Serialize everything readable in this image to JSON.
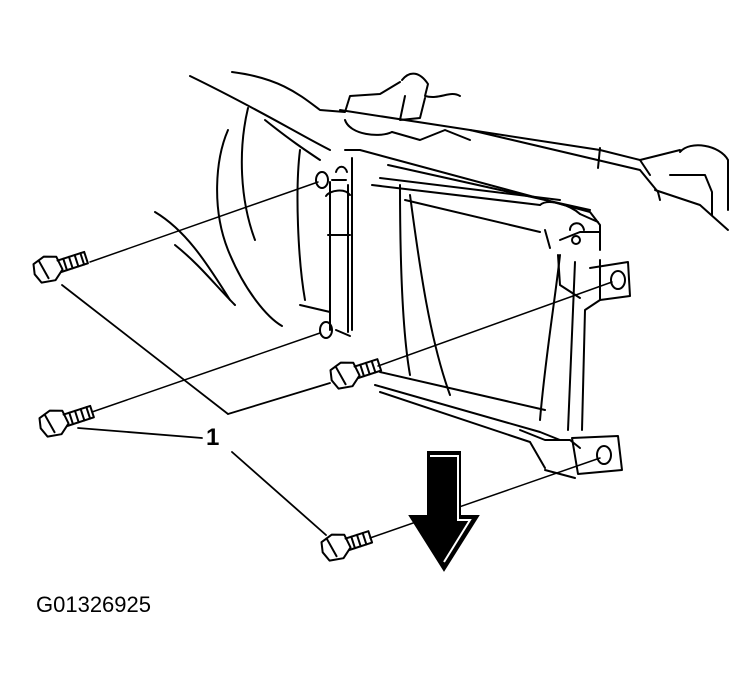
{
  "diagram": {
    "callout_number": "1",
    "figure_id": "G01326925",
    "stroke_color": "#000000",
    "background_color": "#ffffff",
    "parts": {
      "bolts": 4,
      "arrow_direction": "down"
    }
  }
}
